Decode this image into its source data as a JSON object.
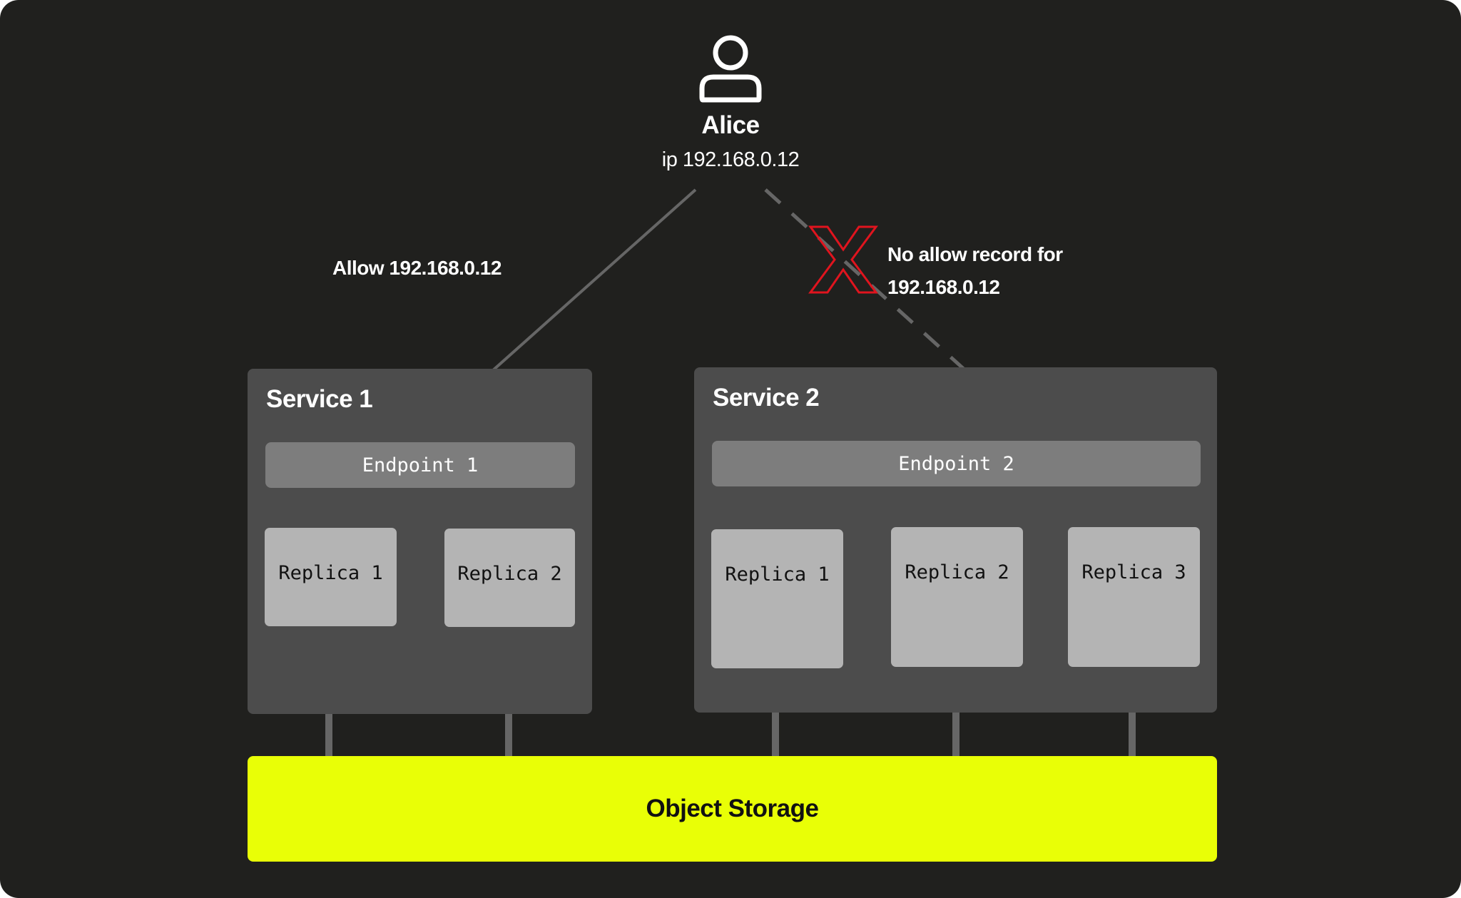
{
  "user": {
    "name": "Alice",
    "ip": "ip 192.168.0.12",
    "icon": "user-icon"
  },
  "allow_label": "Allow 192.168.0.12",
  "deny_label": {
    "line1": "No allow record for",
    "line2": "192.168.0.12"
  },
  "services": [
    {
      "title": "Service 1",
      "endpoint": "Endpoint 1",
      "replicas": [
        "Replica 1",
        "Replica 2"
      ]
    },
    {
      "title": "Service 2",
      "endpoint": "Endpoint 2",
      "replicas": [
        "Replica 1",
        "Replica 2",
        "Replica 3"
      ]
    }
  ],
  "storage": {
    "label": "Object Storage"
  },
  "colors": {
    "background": "#20201e",
    "service_box": "#4c4c4c",
    "endpoint": "#7d7d7d",
    "replica": "#b4b4b4",
    "connector": "#666666",
    "deny_mark": "#e0141e",
    "storage": "#e9ff06"
  }
}
